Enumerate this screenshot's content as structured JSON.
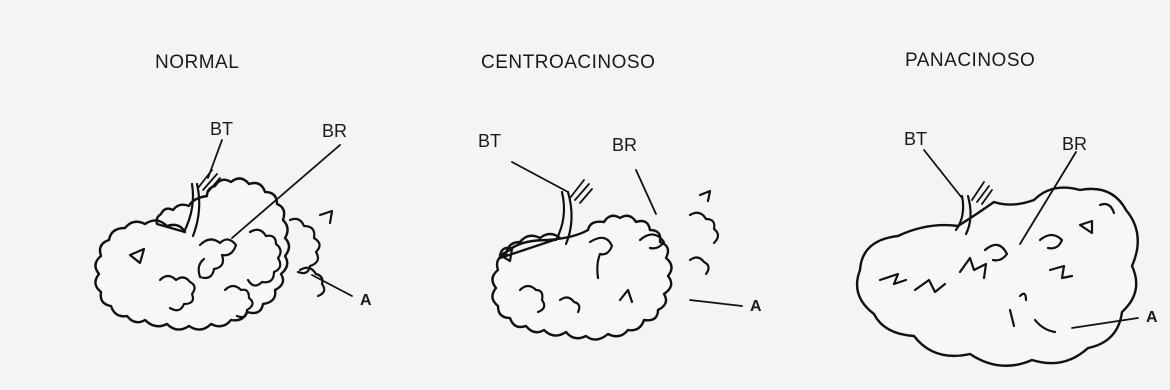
{
  "panels": [
    {
      "title": "NORMAL",
      "labels": {
        "bt": "BT",
        "br": "BR",
        "a": "A"
      }
    },
    {
      "title": "CENTROACINOSO",
      "labels": {
        "bt": "BT",
        "br": "BR",
        "a": "A"
      }
    },
    {
      "title": "PANACINOSO",
      "labels": {
        "bt": "BT",
        "br": "BR",
        "a": "A"
      }
    }
  ],
  "colors": {
    "ink": "#111111",
    "paper": "#f4f4f2"
  }
}
